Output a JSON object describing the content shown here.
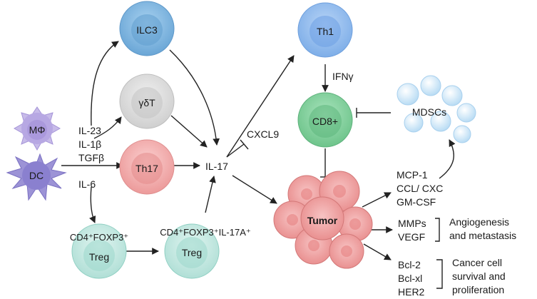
{
  "cells": {
    "ilc3": "ILC3",
    "gdt": "γδT",
    "th17": "Th17",
    "th1": "Th1",
    "cd8": "CD8+",
    "mphi": "MΦ",
    "dc": "DC",
    "treg1_marker": "CD4⁺FOXP3⁺",
    "treg1": "Treg",
    "treg2_marker": "CD4⁺FOXP3⁺IL-17A⁺",
    "treg2": "Treg",
    "mdscs": "MDSCs",
    "tumor": "Tumor"
  },
  "cytokines": {
    "il23": "IL-23",
    "il1b": "IL-1β",
    "tgfb": "TGFβ",
    "il6": "IL-6",
    "il17": "IL-17",
    "cxcl9": "CXCL9",
    "ifng": "IFNγ"
  },
  "tumor_outputs": {
    "recruit": [
      "MCP-1",
      "CCL/ CXC",
      "GM-CSF"
    ],
    "angio_factors": [
      "MMPs",
      "VEGF"
    ],
    "angio_effect": [
      "Angiogenesis",
      "and metastasis"
    ],
    "survival_factors": [
      "Bcl-2",
      "Bcl-xl",
      "HER2"
    ],
    "survival_effect": [
      "Cancer cell",
      "survival and",
      "proliferation"
    ]
  },
  "colors": {
    "ilc3": "#7fb6e0",
    "gdt": "#d9d9d9",
    "th17": "#f2a7a7",
    "th1": "#8cb8ec",
    "cd8": "#7fcf9a",
    "treg": "#b9e3dc",
    "mphi": "#b8a9e0",
    "dc": "#8f86cf",
    "mdsc": "#cfe6f8",
    "tumor": "#f0a0a0",
    "arrow": "#222222"
  }
}
